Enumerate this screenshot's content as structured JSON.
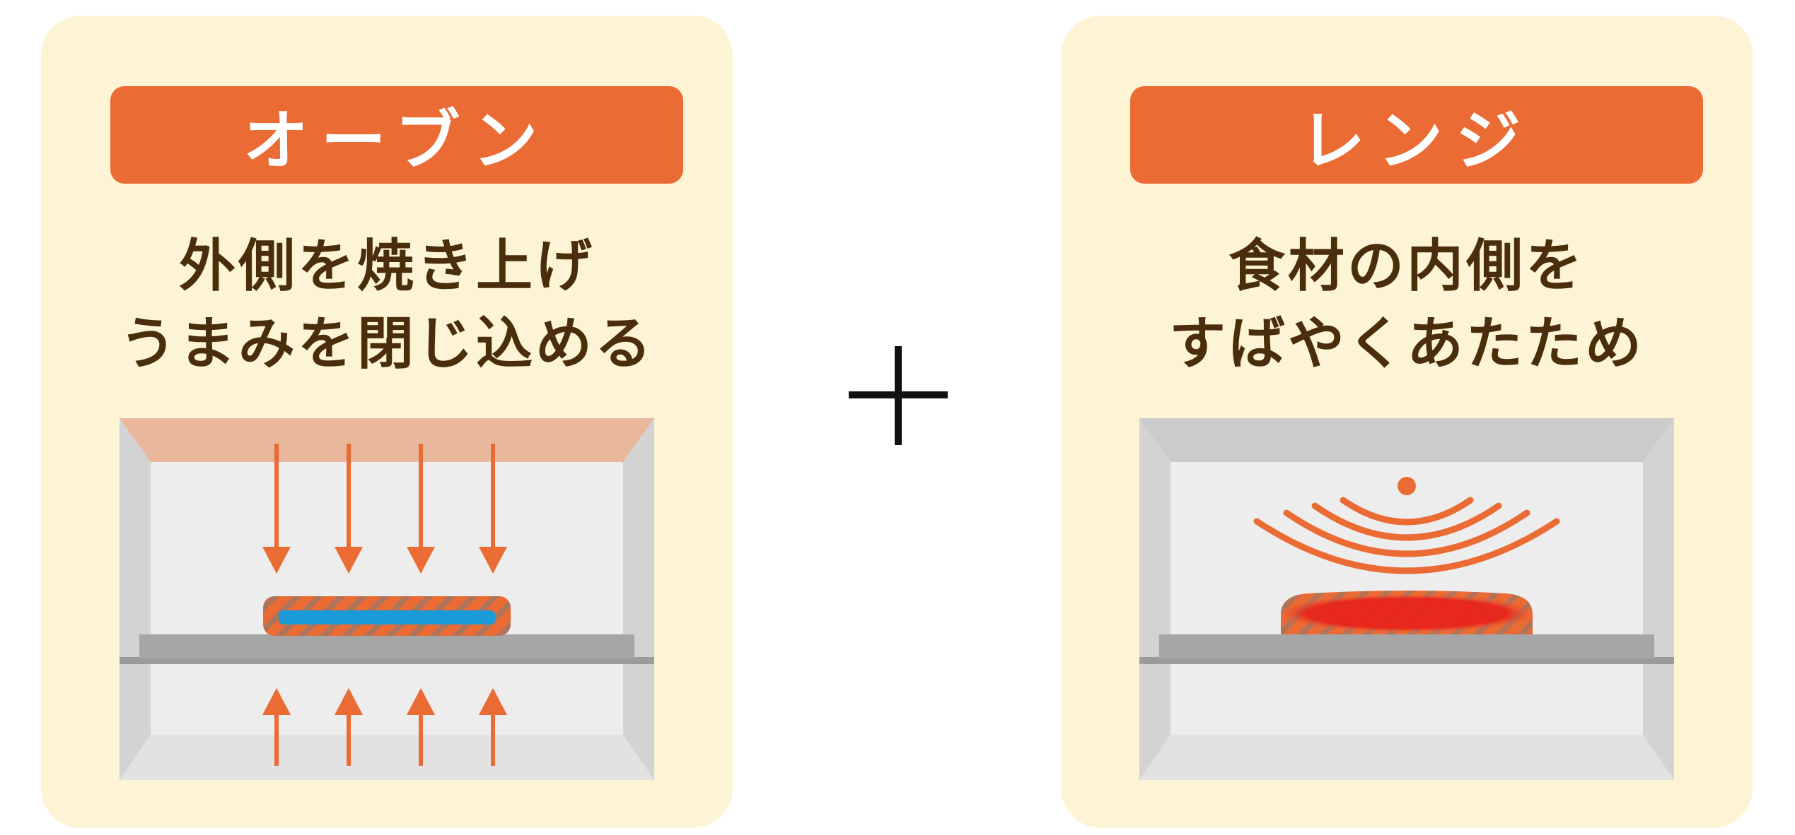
{
  "panels": {
    "oven": {
      "title": "オーブン",
      "desc_line1": "外側を焼き上げ",
      "desc_line2": "うまみを閉じ込める"
    },
    "range": {
      "title": "レンジ",
      "desc_line1": "食材の内側を",
      "desc_line2": "すばやくあたため"
    }
  },
  "colors": {
    "card_bg": "#fdf4d6",
    "accent": "#eb6b35",
    "text": "#4a2e0c",
    "food_inner_oven": "#1a9ad6",
    "food_inner_range": "#e8251c"
  },
  "icons": {
    "combine": "plus-icon",
    "oven_heat": "arrow-icon",
    "range_waves": "microwave-wave-icon"
  }
}
